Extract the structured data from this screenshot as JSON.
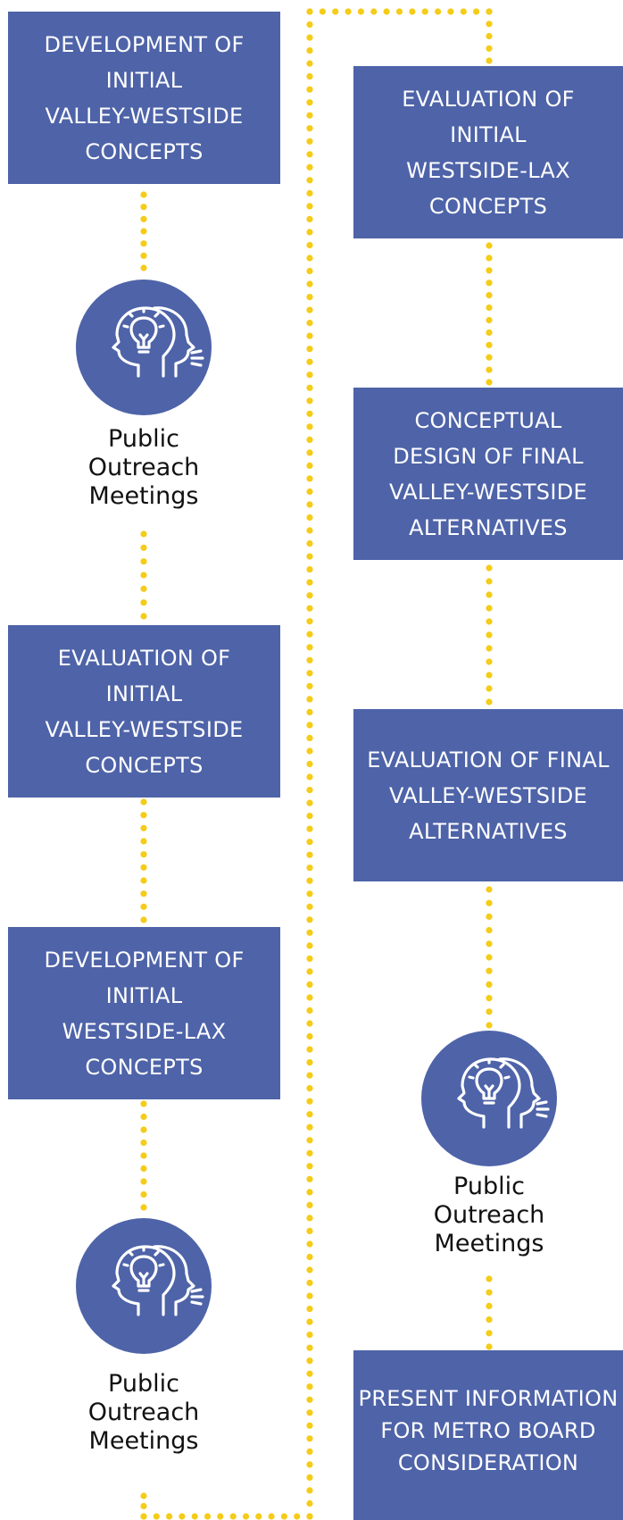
{
  "colors": {
    "box": "#4e63a8",
    "connector": "#f5cc17",
    "text": "#111111"
  },
  "steps": [
    {
      "label": "DEVELOPMENT OF\nINITIAL\nVALLEY-WESTSIDE\nCONCEPTS"
    },
    {
      "label": "EVALUATION OF\nINITIAL\nVALLEY-WESTSIDE\nCONCEPTS"
    },
    {
      "label": "DEVELOPMENT OF\nINITIAL\nWESTSIDE-LAX\nCONCEPTS"
    },
    {
      "label": "EVALUATION OF\nINITIAL\nWESTSIDE-LAX\nCONCEPTS"
    },
    {
      "label": "CONCEPTUAL\nDESIGN OF FINAL\nVALLEY-WESTSIDE\nALTERNATIVES"
    },
    {
      "label": "EVALUATION OF FINAL\nVALLEY-WESTSIDE\nALTERNATIVES"
    },
    {
      "label": "PRESENT INFORMATION\nFOR METRO BOARD\nCONSIDERATION"
    }
  ],
  "meetings": [
    {
      "label": "Public\nOutreach\nMeetings",
      "icon": "head-lightbulb-icon"
    },
    {
      "label": "Public\nOutreach\nMeetings",
      "icon": "head-lightbulb-icon"
    },
    {
      "label": "Public\nOutreach\nMeetings",
      "icon": "head-lightbulb-icon"
    }
  ]
}
